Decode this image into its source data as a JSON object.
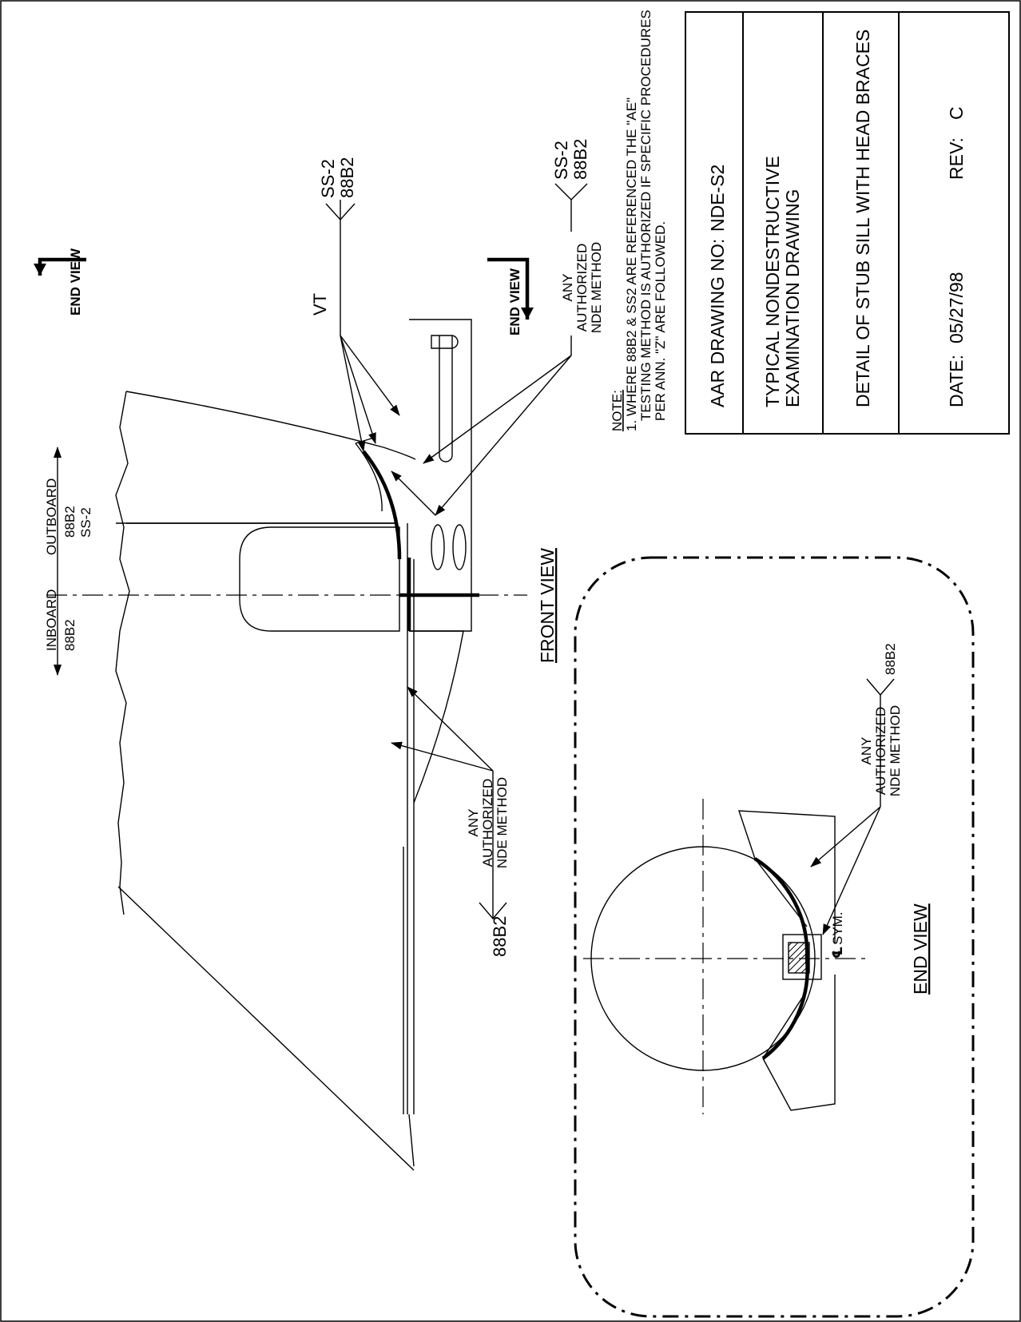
{
  "front_view": {
    "title": "FRONT VIEW",
    "end_view_marker_top": "END VIEW",
    "end_view_marker_bottom": "END VIEW",
    "inboard": {
      "direction": "INBOARD",
      "code": "88B2"
    },
    "outboard": {
      "direction": "OUTBOARD",
      "code1": "88B2",
      "code2": "SS-2"
    },
    "vt_label": "VT",
    "weld_symbol_top": {
      "line1": "SS-2",
      "line2": "88B2"
    },
    "weld_symbol_right": {
      "line1": "SS-2",
      "line2": "88B2"
    },
    "nde_right": {
      "line1": "ANY",
      "line2": "AUTHORIZED",
      "line3": "NDE METHOD"
    },
    "nde_left": {
      "line1": "ANY",
      "line2": "AUTHORIZED",
      "line3": "NDE METHOD"
    },
    "weld_symbol_left": "88B2"
  },
  "end_view": {
    "title": "END VIEW",
    "nde": {
      "line1": "ANY",
      "line2": "AUTHORIZED",
      "line3": "NDE METHOD"
    },
    "weld_symbol": "88B2",
    "sym_label": "SYM.",
    "centerline_mark": "℄"
  },
  "note": {
    "heading": "NOTE:",
    "line1": "1. WHERE 88B2 & SS2 ARE REFERENCED THE \"AE\"",
    "line2": "TESTING METHOD IS AUTHORIZED IF SPECIFIC PROCEDURES",
    "line3": "PER ANN. \"Z\" ARE FOLLOWED."
  },
  "title_block": {
    "drawing_no_label": "AAR DRAWING NO:",
    "drawing_no": "NDE-S2",
    "title_line1": "TYPICAL NONDESTRUCTIVE",
    "title_line2": "EXAMINATION DRAWING",
    "detail": "DETAIL OF STUB SILL WITH HEAD BRACES",
    "date_label": "DATE:",
    "date": "05/27/98",
    "rev_label": "REV:",
    "rev": "C"
  }
}
